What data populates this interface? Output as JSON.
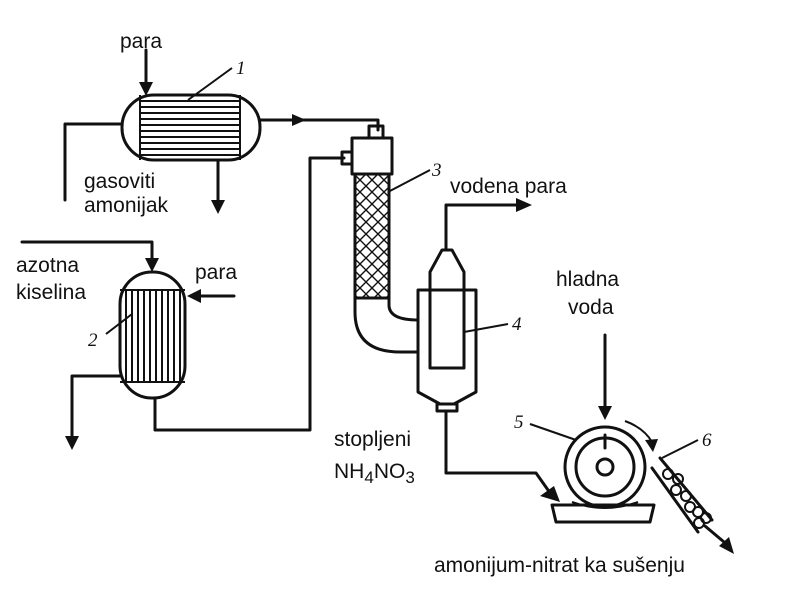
{
  "labels": {
    "steam_top": "para",
    "gaseous_ammonia_line1": "gasoviti",
    "gaseous_ammonia_line2": "amonijak",
    "nitric_acid_line1": "azotna",
    "nitric_acid_line2": "kiselina",
    "steam_heater": "para",
    "water_vapour": "vodena para",
    "cold_water_line1": "hladna",
    "cold_water_line2": "voda",
    "molten_line1": "stopljeni",
    "molten_formula_a": "NH",
    "molten_formula_sub1": "4",
    "molten_formula_b": "NO",
    "molten_formula_sub2": "3",
    "product_output": "amonijum-nitrat ka sušenju"
  },
  "numbers": {
    "ammonia_heater": "1",
    "acid_heater": "2",
    "reactor": "3",
    "separator": "4",
    "cooling_drum": "5",
    "scraper": "6"
  }
}
